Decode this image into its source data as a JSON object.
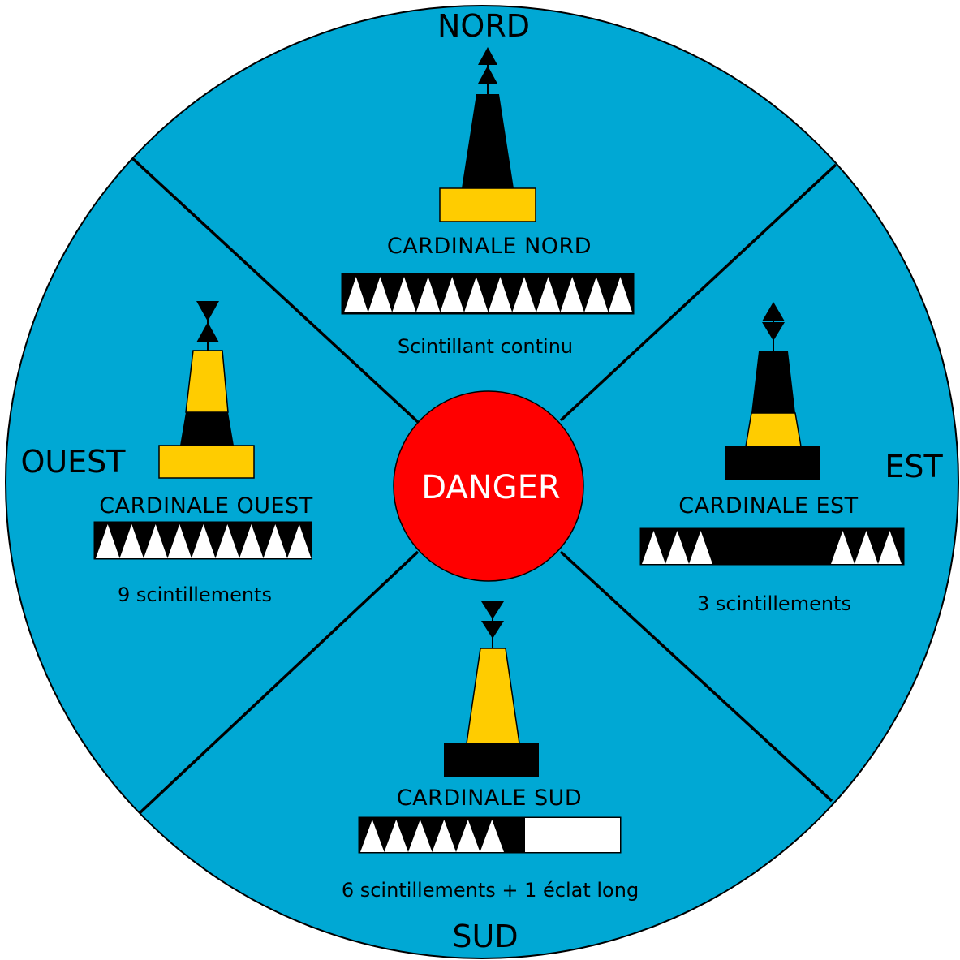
{
  "colors": {
    "sea": "#00A8D4",
    "danger": "#FF0000",
    "yellow": "#FFCC00",
    "black": "#000000",
    "white": "#FFFFFF"
  },
  "center": {
    "label": "DANGER"
  },
  "directions": {
    "nord": "NORD",
    "sud": "SUD",
    "est": "EST",
    "ouest": "OUEST"
  },
  "buoys": {
    "nord": {
      "title": "CARDINALE NORD",
      "caption": "Scintillant continu",
      "topmark": "two cones pointing up",
      "colors": "black over yellow",
      "flash_pattern": "continuous quick flashes",
      "flash_count": 12
    },
    "est": {
      "title": "CARDINALE EST",
      "caption": "3 scintillements",
      "topmark": "two cones base to base",
      "colors": "black with yellow band",
      "flash_pattern": "groups of 3 flashes",
      "flash_count": 3
    },
    "sud": {
      "title": "CARDINALE SUD",
      "caption": "6 scintillements + 1 éclat long",
      "topmark": "two cones pointing down",
      "colors": "yellow over black",
      "flash_pattern": "6 flashes then one long flash",
      "flash_count": 6
    },
    "ouest": {
      "title": "CARDINALE OUEST",
      "caption": "9 scintillements",
      "topmark": "two cones point to point",
      "colors": "yellow with black band",
      "flash_pattern": "groups of 9 flashes",
      "flash_count": 9
    }
  }
}
